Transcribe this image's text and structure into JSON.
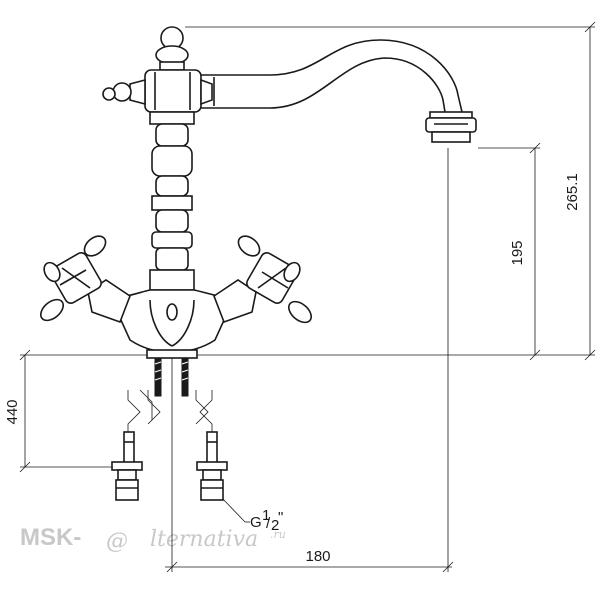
{
  "dimensions": {
    "overall_height": "265.1",
    "spout_height": "195",
    "hose_length": "440",
    "reach": "180",
    "thread_base": "G",
    "thread_num": "1",
    "thread_den": "2",
    "thread_suffix": "\""
  },
  "watermark": {
    "brand_prefix": "MSK-",
    "at_symbol": "@",
    "brand_rest": "lternativa",
    "domain_suffix": ".ru"
  }
}
